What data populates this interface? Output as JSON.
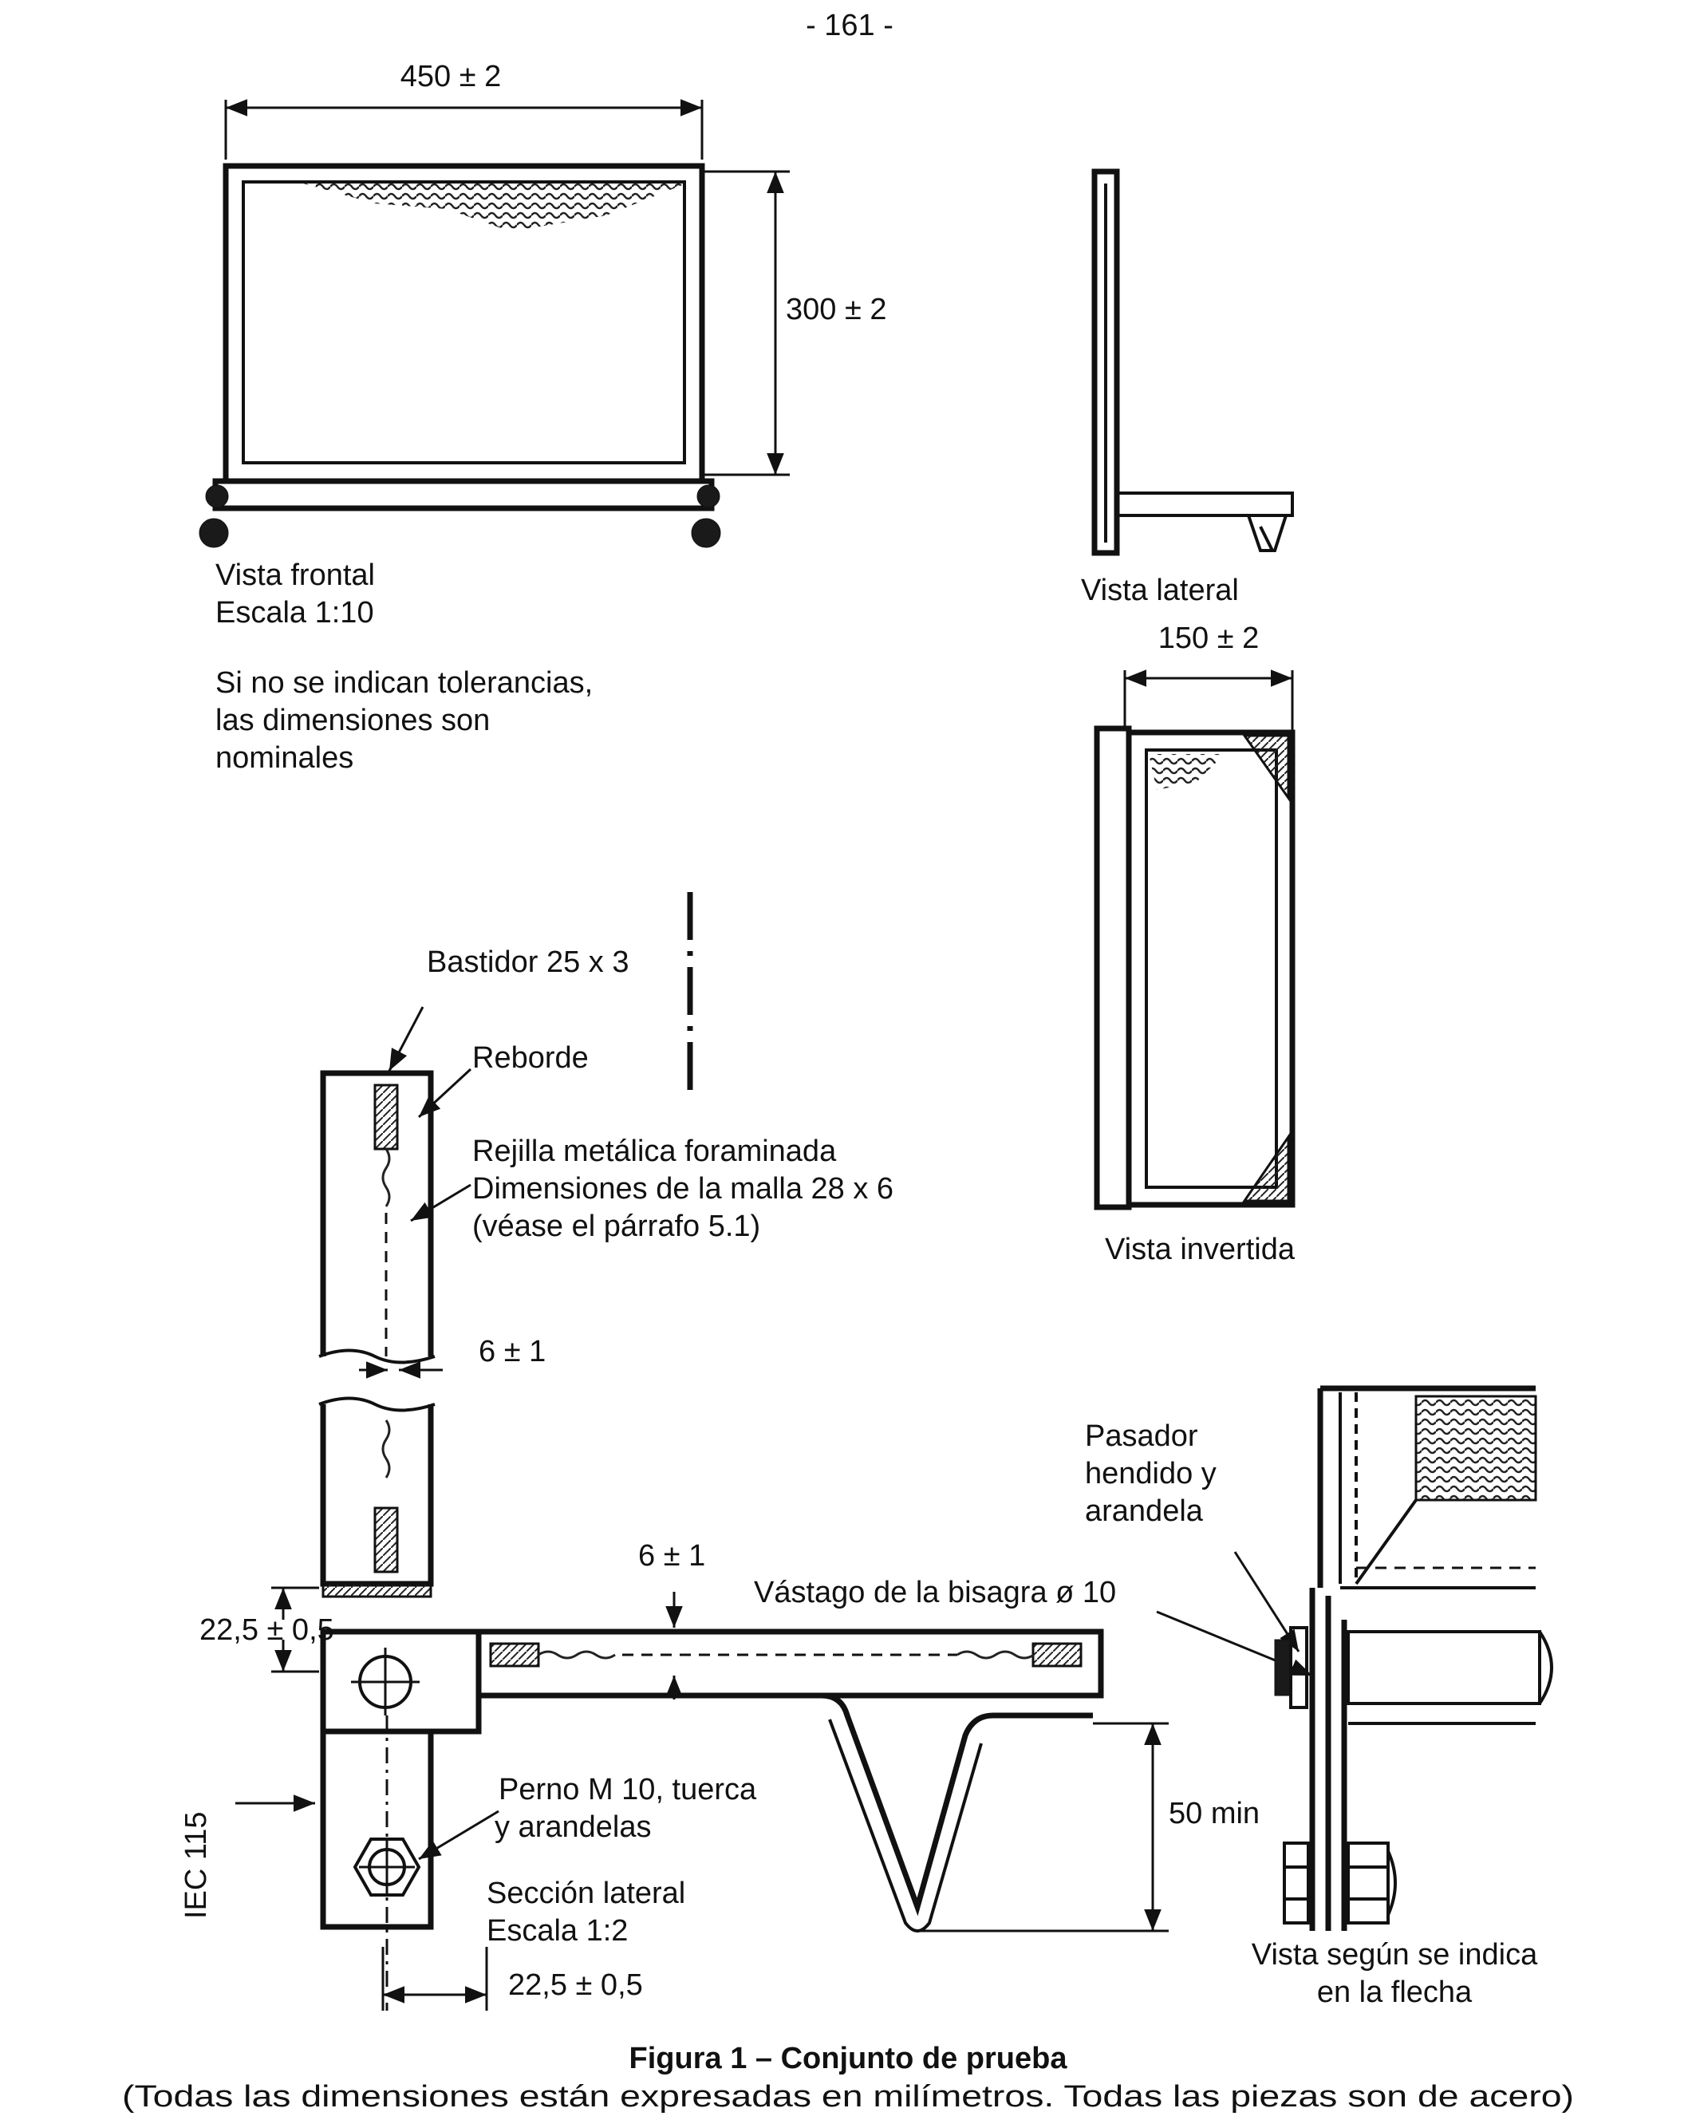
{
  "page_number": "- 161 -",
  "front_view": {
    "width_dim": "450 ± 2",
    "height_dim": "300 ± 2",
    "label_line1": "Vista frontal",
    "label_line2": "Escala 1:10"
  },
  "side_view": {
    "label": "Vista lateral",
    "width_dim": "150 ± 2"
  },
  "inverted_view": {
    "label": "Vista invertida"
  },
  "note": {
    "line1": "Si no se indican tolerancias,",
    "line2": "las dimensiones son",
    "line3": "nominales"
  },
  "section": {
    "frame": "Bastidor 25 x 3",
    "rim": "Reborde",
    "mesh_line1": "Rejilla metálica foraminada",
    "mesh_line2": "Dimensiones de la malla 28 x 6",
    "mesh_line3": "(véase el párrafo 5.1)",
    "dim_6_vertical": "6 ± 1",
    "dim_6_horizontal": "6 ± 1",
    "hinge_pin": "Vástago de la bisagra ø 10",
    "dim_22_left": "22,5 ± 0,5",
    "dim_22_bottom": "22,5 ± 0,5",
    "bolt_line1": "Perno M 10,  tuerca",
    "bolt_line2": "y arandelas",
    "label_line1": "Sección lateral",
    "label_line2": "Escala 1:2",
    "min_dim": "50 min",
    "margin_code": "IEC 115"
  },
  "arrow_view": {
    "cotter_line1": "Pasador",
    "cotter_line2": "hendido y",
    "cotter_line3": "arandela",
    "label_line1": "Vista según se indica",
    "label_line2": "en la flecha"
  },
  "caption": {
    "title": "Figura 1 – Conjunto de prueba",
    "subtitle": "(Todas las dimensiones están expresadas en milímetros. Todas las piezas son de acero)"
  }
}
